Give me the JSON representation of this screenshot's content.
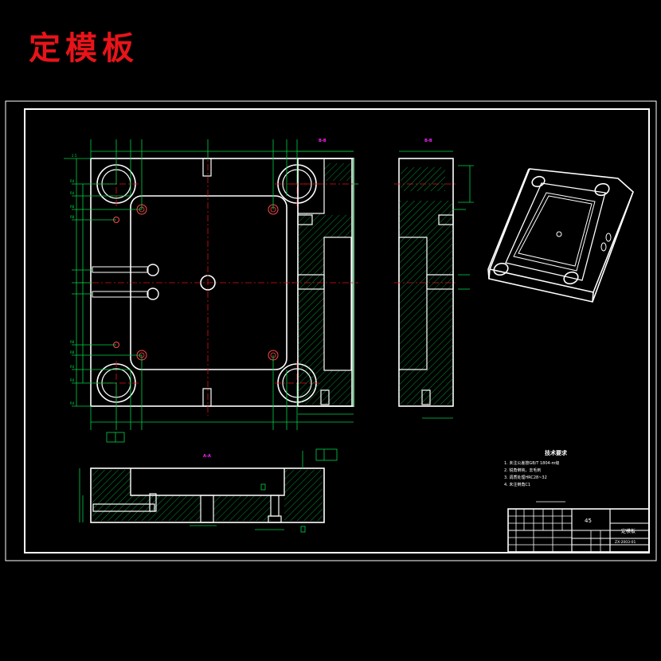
{
  "page": {
    "title": "定模板"
  },
  "drawing": {
    "section_aa_label": "A-A",
    "section_bb_label": "B-B",
    "tech_requirements": {
      "heading": "技术要求",
      "items": [
        "1. 未注公差按GB/T 1804-m级",
        "2. 锐角倒钝，去毛刺",
        "3. 调质处理HRC28~32",
        "4. 未注倒角C1"
      ]
    },
    "title_block": {
      "material": "45",
      "part_name": "定模板",
      "drawing_no": "ZX-2003-01"
    },
    "colors": {
      "title": "#e8141a",
      "outline": "#ffffff",
      "dimension": "#00d24a",
      "centerline": "#e01010",
      "section_label": "#ff20ff"
    }
  }
}
